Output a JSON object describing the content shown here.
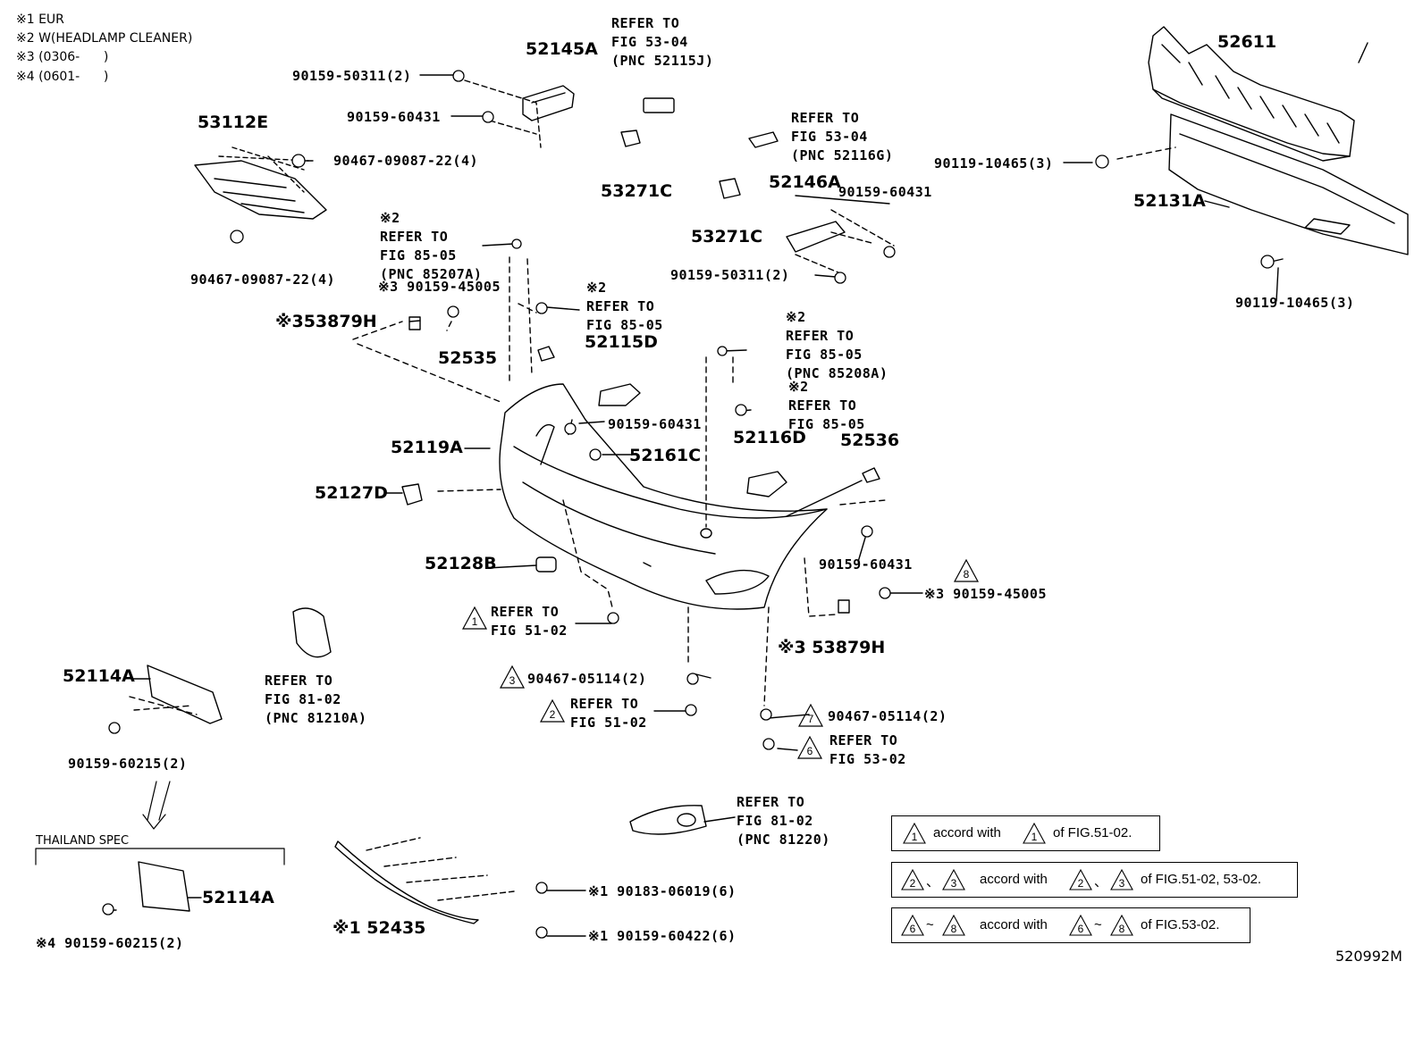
{
  "notes": {
    "n1": "※1 EUR",
    "n2": "※2 W(HEADLAMP CLEANER)",
    "n3": "※3 (0306-      )",
    "n4": "※4 (0601-      )"
  },
  "labels": {
    "p52611": "52611",
    "p52145A": "52145A",
    "p53112E": "53112E",
    "p53271C_a": "53271C",
    "p53271C_b": "53271C",
    "p52146A": "52146A",
    "p52131A": "52131A",
    "p53879H_a": "※353879H",
    "p52535": "52535",
    "p52115D": "52115D",
    "p52119A": "52119A",
    "p52161C": "52161C",
    "p52116D": "52116D",
    "p52536": "52536",
    "p52127D": "52127D",
    "p52128B": "52128B",
    "p53879H_b": "※3 53879H",
    "p52114A_a": "52114A",
    "p52114A_b": "52114A",
    "p52435": "※1 52435",
    "b90159_50311_a": "90159-50311(2)",
    "b90159_60431_a": "90159-60431",
    "b90467_09087_a": "90467-09087-22(4)",
    "b90467_09087_b": "90467-09087-22(4)",
    "ref_fig5304_a": "REFER TO\nFIG 53-04\n(PNC 52115J)",
    "ref_fig5304_b": "REFER TO\nFIG 53-04\n(PNC 52116G)",
    "b90119_10465_a": "90119-10465(3)",
    "b90119_10465_b": "90119-10465(3)",
    "b90159_60431_b": "90159-60431",
    "b90159_50311_b": "90159-50311(2)",
    "ref_fig8505_a": "※2\nREFER TO\nFIG 85-05\n(PNC 85207A)",
    "b90159_45005_a": "※3 90159-45005",
    "ref_fig8505_b": "※2\nREFER TO\nFIG 85-05",
    "ref_fig8505_c": "※2\nREFER TO\nFIG 85-05\n(PNC 85208A)",
    "ref_fig8505_d": "※2\nREFER TO\nFIG 85-05",
    "b90159_60431_c": "90159-60431",
    "b90159_60431_d": "90159-60431",
    "b90159_45005_b": "※3 90159-45005",
    "ref_fig5102_a": "REFER TO\nFIG 51-02",
    "b90467_05114_a": "90467-05114(2)",
    "ref_fig5102_b": "REFER TO\nFIG 51-02",
    "b90467_05114_b": "90467-05114(2)",
    "ref_fig5302": "REFER TO\nFIG 53-02",
    "ref_fig8102_a": "REFER TO\nFIG 81-02\n(PNC 81210A)",
    "ref_fig8102_b": "REFER TO\nFIG 81-02\n(PNC 81220)",
    "b90159_60215_a": "90159-60215(2)",
    "b90159_60215_b": "※4 90159-60215(2)",
    "b90183_06019": "※1 90183-06019(6)",
    "b90159_60422": "※1 90159-60422(6)",
    "thailand": "THAILAND SPEC",
    "diagram_id": "520992M"
  },
  "triangles": {
    "t1": "1",
    "t2": "2",
    "t3": "3",
    "t6": "6",
    "t7": "7",
    "t8": "8"
  },
  "legend": {
    "row1": {
      "a": "1",
      "text": "accord with",
      "b": "1",
      "tail": "of FIG.51-02."
    },
    "row2": {
      "a": "2",
      "a2": "3",
      "text": "accord with",
      "b": "2",
      "b2": "3",
      "tail": "of FIG.51-02, 53-02."
    },
    "row3": {
      "a": "6",
      "a2": "8",
      "text": "accord with",
      "b": "6",
      "b2": "8",
      "tail": "of FIG.53-02."
    }
  }
}
